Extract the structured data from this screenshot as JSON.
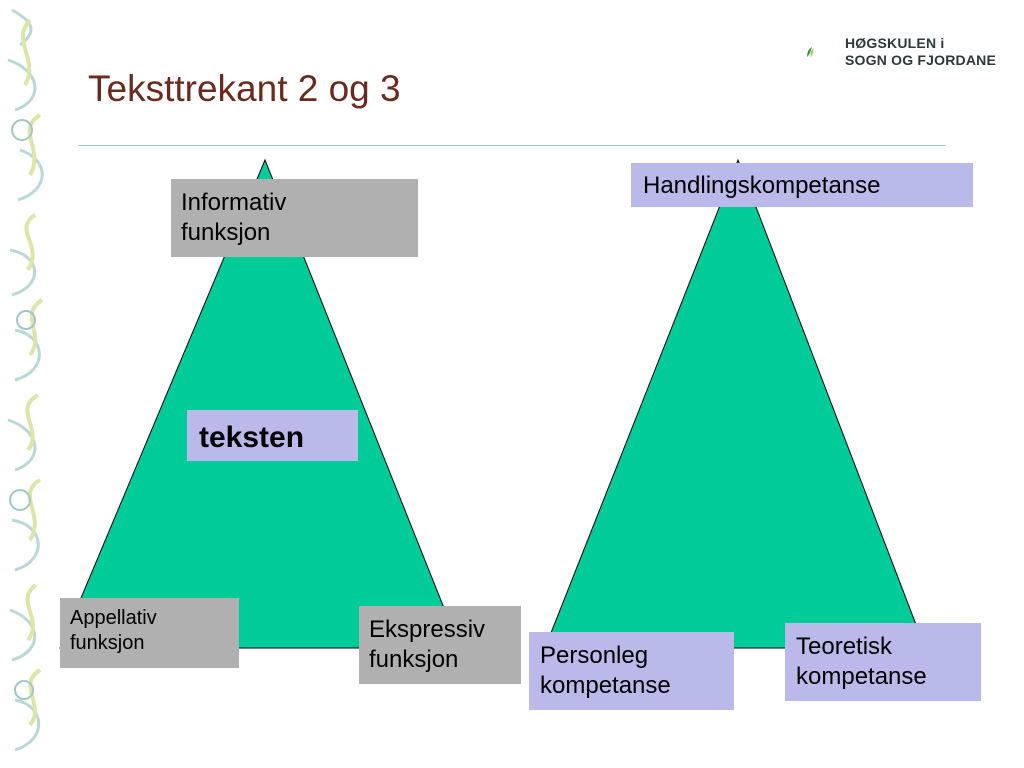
{
  "title": "Teksttrekant 2 og 3",
  "logo": {
    "line1": "HØGSKULEN i",
    "line2": "SOGN OG FJORDANE",
    "icon": "leaf-logo-icon"
  },
  "colors": {
    "title": "#6b2a1e",
    "triangle_fill": "#00cc99",
    "grey_box": "#b0b0b0",
    "lavender_box": "#b9b9ea",
    "divider": "#9cc7c5",
    "logo_green": "#2e8b3e"
  },
  "triangle1": {
    "top": {
      "line1": "Informativ",
      "line2": "funksjon"
    },
    "center": "teksten",
    "left": {
      "line1": "Appellativ",
      "line2": "funksjon"
    },
    "right": {
      "line1": "Ekspressiv",
      "line2": "funksjon"
    }
  },
  "triangle2": {
    "top": "Handlingskompetanse",
    "left": {
      "line1": "Personleg",
      "line2": "kompetanse"
    },
    "right": {
      "line1": "Teoretisk",
      "line2": "kompetanse"
    }
  }
}
